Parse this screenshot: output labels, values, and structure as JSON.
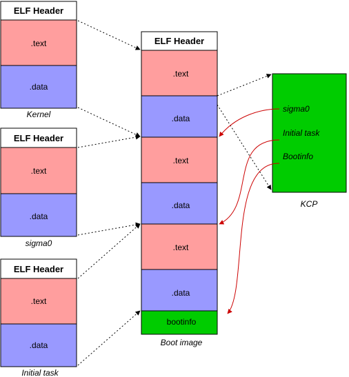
{
  "colors": {
    "text": "#ff9e9e",
    "data": "#9999ff",
    "bootinfo": "#00cc00",
    "kcp": "#00cc00",
    "header": "#ffffff",
    "red_arrow": "#cc0000"
  },
  "kernel": {
    "header": "ELF Header",
    "text": ".text",
    "data": ".data",
    "caption": "Kernel"
  },
  "sigma0": {
    "header": "ELF Header",
    "text": ".text",
    "data": ".data",
    "caption": "sigma0"
  },
  "initial_task": {
    "header": "ELF Header",
    "text": ".text",
    "data": ".data",
    "caption": "Initial task"
  },
  "boot_image": {
    "header": "ELF Header",
    "sections": [
      ".text",
      ".data",
      ".text",
      ".data",
      ".text",
      ".data"
    ],
    "bootinfo": "bootinfo",
    "caption": "Boot image"
  },
  "kcp": {
    "items": [
      "sigma0",
      "Initial task",
      "Bootinfo"
    ],
    "caption": "KCP"
  }
}
